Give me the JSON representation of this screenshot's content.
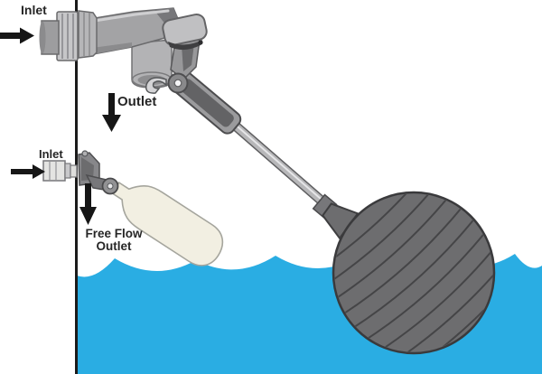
{
  "diagram": {
    "subject": "Float valve (ballcock) and water level illustration",
    "labels": {
      "main_inlet": "Inlet",
      "main_outlet": "Outlet",
      "aux_inlet": "Inlet",
      "free_flow_line1": "Free Flow",
      "free_flow_line2": "Outlet"
    },
    "icons": {
      "main_inlet_flow": "right-arrow",
      "main_outlet_flow": "down-arrow",
      "aux_inlet_flow": "right-arrow",
      "free_flow_outlet_flow": "down-arrow"
    },
    "colors": {
      "water": "#2aade3",
      "ball_float": "#6d6d6f",
      "ball_rib": "#454547",
      "valve_body": "#a3a3a5",
      "valve_light": "#c0c0c2",
      "valve_dark": "#6b6b6d",
      "bottle_float": "#f2efe2",
      "arrow_black": "#161616",
      "tank_wall": "#1b1b1b"
    },
    "components": [
      "tank-wall",
      "water",
      "main-float-valve",
      "float-rod",
      "ball-float",
      "aux-float-valve",
      "bottle-float"
    ]
  }
}
